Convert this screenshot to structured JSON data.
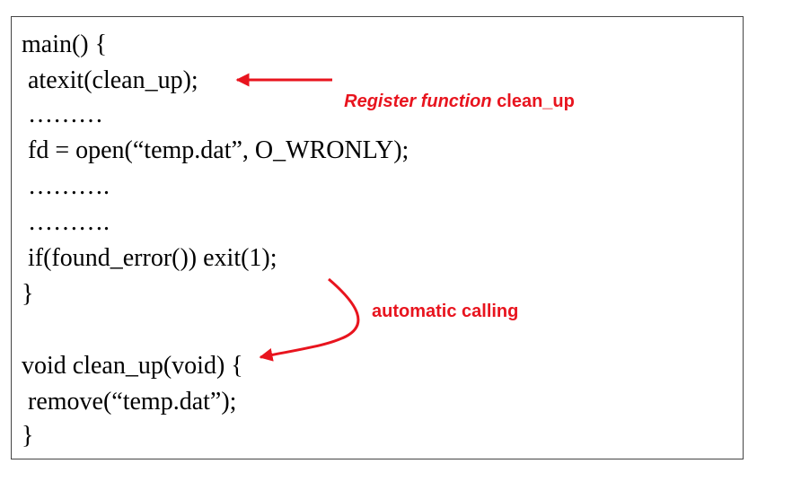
{
  "code": {
    "lines": [
      "main() {",
      " atexit(clean_up);",
      " ………",
      " fd = open(“temp.dat”, O_WRONLY);",
      " ……….",
      " ……….",
      " if(found_error()) exit(1);",
      "}",
      "",
      "void clean_up(void) {",
      " remove(“temp.dat”);",
      "}"
    ]
  },
  "annotations": {
    "register_prefix": "Register function ",
    "register_name": "clean_up",
    "automatic": "automatic calling"
  },
  "colors": {
    "arrow": "#e8141e",
    "border": "#444444",
    "text": "#000000"
  }
}
